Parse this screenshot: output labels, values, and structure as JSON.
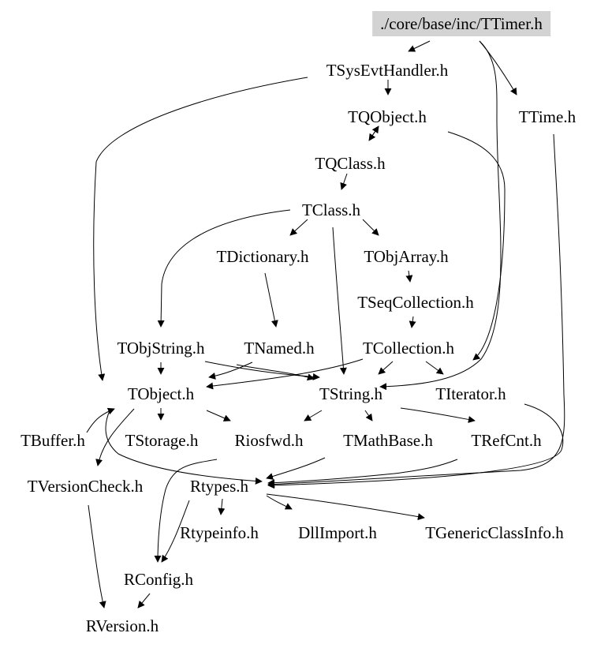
{
  "diagram": {
    "root": "./core/base/inc/TTimer.h",
    "nodes": [
      {
        "id": "ttimer",
        "label": "./core/base/inc/TTimer.h",
        "highlight": true
      },
      {
        "id": "tsysevthandler",
        "label": "TSysEvtHandler.h"
      },
      {
        "id": "ttime",
        "label": "TTime.h"
      },
      {
        "id": "tqobject",
        "label": "TQObject.h"
      },
      {
        "id": "tqclass",
        "label": "TQClass.h"
      },
      {
        "id": "tclass",
        "label": "TClass.h"
      },
      {
        "id": "tdictionary",
        "label": "TDictionary.h"
      },
      {
        "id": "tobjarray",
        "label": "TObjArray.h"
      },
      {
        "id": "tseqcollection",
        "label": "TSeqCollection.h"
      },
      {
        "id": "tobjstring",
        "label": "TObjString.h"
      },
      {
        "id": "tnamed",
        "label": "TNamed.h"
      },
      {
        "id": "tcollection",
        "label": "TCollection.h"
      },
      {
        "id": "tobject",
        "label": "TObject.h"
      },
      {
        "id": "tstring",
        "label": "TString.h"
      },
      {
        "id": "titerator",
        "label": "TIterator.h"
      },
      {
        "id": "tbuffer",
        "label": "TBuffer.h"
      },
      {
        "id": "tstorage",
        "label": "TStorage.h"
      },
      {
        "id": "riosfwd",
        "label": "Riosfwd.h"
      },
      {
        "id": "tmathbase",
        "label": "TMathBase.h"
      },
      {
        "id": "trefcnt",
        "label": "TRefCnt.h"
      },
      {
        "id": "tversioncheck",
        "label": "TVersionCheck.h"
      },
      {
        "id": "rtypes",
        "label": "Rtypes.h"
      },
      {
        "id": "rtypeinfo",
        "label": "Rtypeinfo.h"
      },
      {
        "id": "dllimport",
        "label": "DllImport.h"
      },
      {
        "id": "tgenericclassinfo",
        "label": "TGenericClassInfo.h"
      },
      {
        "id": "rconfig",
        "label": "RConfig.h"
      },
      {
        "id": "rversion",
        "label": "RVersion.h"
      }
    ],
    "edges": [
      {
        "from": "ttimer",
        "to": "tsysevthandler"
      },
      {
        "from": "ttimer",
        "to": "ttime"
      },
      {
        "from": "ttimer",
        "to": "tstring"
      },
      {
        "from": "tsysevthandler",
        "to": "tqobject"
      },
      {
        "from": "tsysevthandler",
        "to": "tobject"
      },
      {
        "from": "tqobject",
        "to": "tqclass"
      },
      {
        "from": "tqobject",
        "to": "tstring"
      },
      {
        "from": "tqclass",
        "to": "tqobject"
      },
      {
        "from": "tqclass",
        "to": "tclass"
      },
      {
        "from": "tclass",
        "to": "tdictionary"
      },
      {
        "from": "tclass",
        "to": "tobjarray"
      },
      {
        "from": "tclass",
        "to": "tobjstring"
      },
      {
        "from": "tclass",
        "to": "tstring"
      },
      {
        "from": "tdictionary",
        "to": "tnamed"
      },
      {
        "from": "tobjarray",
        "to": "tseqcollection"
      },
      {
        "from": "tseqcollection",
        "to": "tcollection"
      },
      {
        "from": "tobjstring",
        "to": "tobject"
      },
      {
        "from": "tobjstring",
        "to": "tstring"
      },
      {
        "from": "tnamed",
        "to": "tobject"
      },
      {
        "from": "tnamed",
        "to": "tstring"
      },
      {
        "from": "tcollection",
        "to": "tobject"
      },
      {
        "from": "tcollection",
        "to": "tstring"
      },
      {
        "from": "tcollection",
        "to": "titerator"
      },
      {
        "from": "tobject",
        "to": "tstorage"
      },
      {
        "from": "tobject",
        "to": "riosfwd"
      },
      {
        "from": "tobject",
        "to": "tversioncheck"
      },
      {
        "from": "tobject",
        "to": "rtypes"
      },
      {
        "from": "tbuffer",
        "to": "tobject"
      },
      {
        "from": "tstring",
        "to": "riosfwd"
      },
      {
        "from": "tstring",
        "to": "tmathbase"
      },
      {
        "from": "tstring",
        "to": "trefcnt"
      },
      {
        "from": "titerator",
        "to": "rtypes"
      },
      {
        "from": "ttime",
        "to": "rtypes"
      },
      {
        "from": "tstorage",
        "to": "rconfig"
      },
      {
        "from": "tmathbase",
        "to": "rtypes"
      },
      {
        "from": "trefcnt",
        "to": "rtypes"
      },
      {
        "from": "tversioncheck",
        "to": "rversion"
      },
      {
        "from": "rtypes",
        "to": "rtypeinfo"
      },
      {
        "from": "rtypes",
        "to": "dllimport"
      },
      {
        "from": "rtypes",
        "to": "tgenericclassinfo"
      },
      {
        "from": "rtypes",
        "to": "rconfig"
      },
      {
        "from": "rconfig",
        "to": "rversion"
      }
    ]
  },
  "colors": {
    "edge": "#000000",
    "text": "#000000",
    "root_fill": "#d3d3d3",
    "background": "#ffffff"
  }
}
